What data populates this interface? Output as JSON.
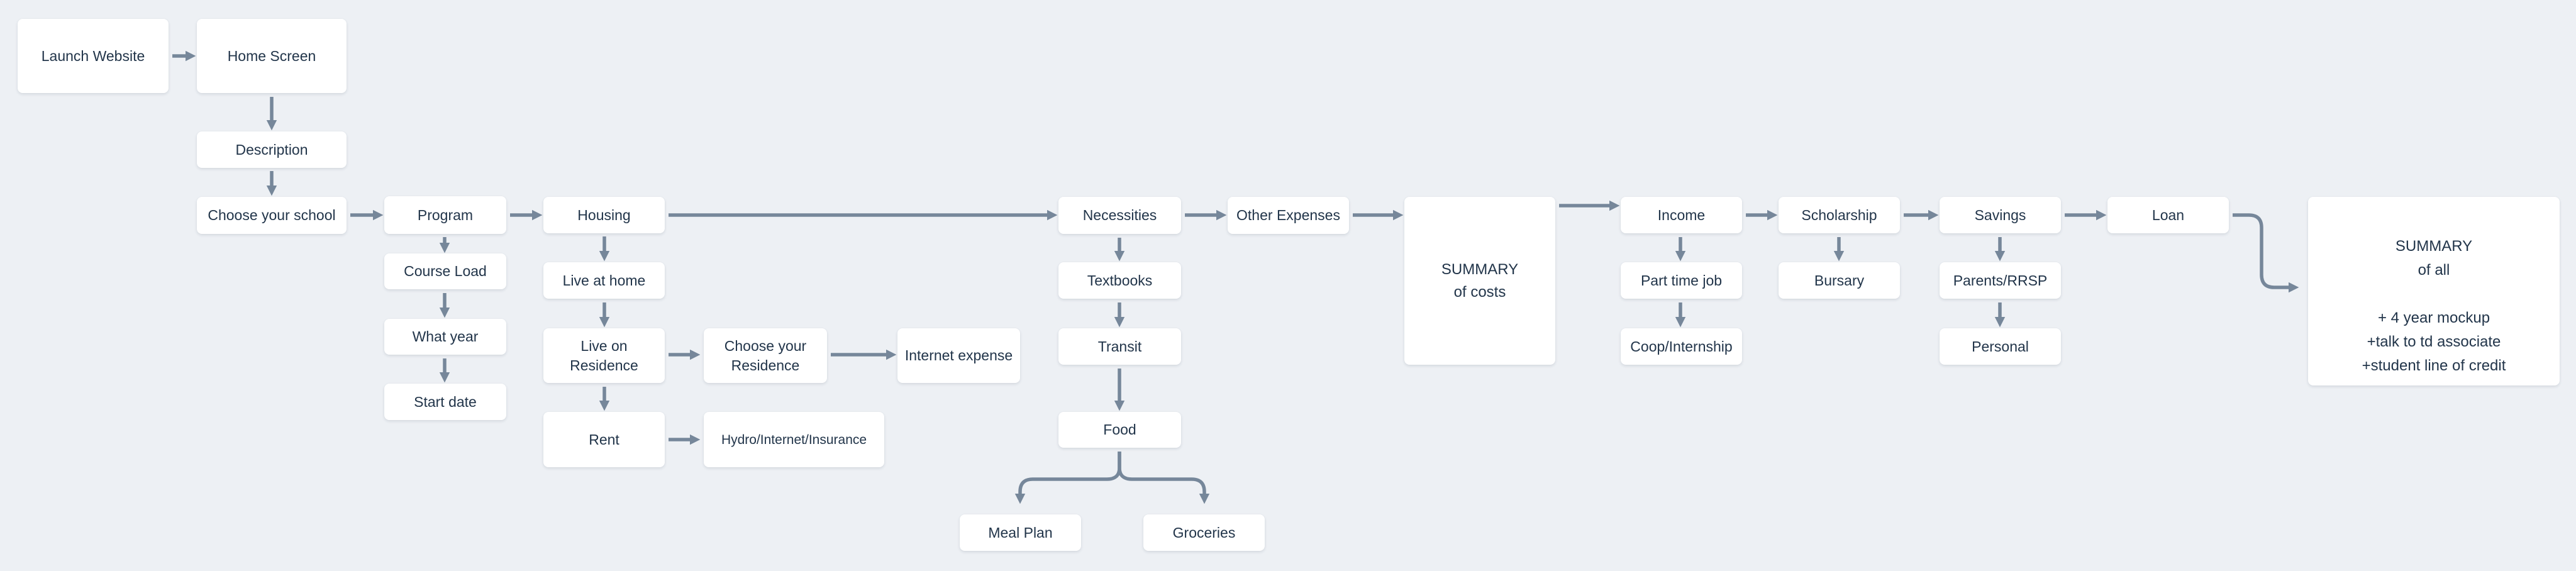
{
  "app": {
    "type": "flowchart",
    "background_color": "#edf0f4",
    "node_color": "#ffffff",
    "text_color": "#22354a",
    "arrow_color": "#76879a"
  },
  "nodes": {
    "launch_website": {
      "label": "Launch Website"
    },
    "home_screen": {
      "label": "Home Screen"
    },
    "description": {
      "label": "Description"
    },
    "choose_your_school": {
      "label": "Choose your school"
    },
    "program": {
      "label": "Program"
    },
    "course_load": {
      "label": "Course Load"
    },
    "what_year": {
      "label": "What year"
    },
    "start_date": {
      "label": "Start date"
    },
    "housing": {
      "label": "Housing"
    },
    "live_at_home": {
      "label": "Live at home"
    },
    "live_on_residence": {
      "label": "Live on\nResidence"
    },
    "rent": {
      "label": "Rent"
    },
    "choose_your_residence": {
      "label": "Choose your\nResidence"
    },
    "internet_expense": {
      "label": "Internet expense"
    },
    "hydro_internet_insurance": {
      "label": "Hydro/Internet/Insurance"
    },
    "necessities": {
      "label": "Necessities"
    },
    "textbooks": {
      "label": "Textbooks"
    },
    "transit": {
      "label": "Transit"
    },
    "food": {
      "label": "Food"
    },
    "meal_plan": {
      "label": "Meal Plan"
    },
    "groceries": {
      "label": "Groceries"
    },
    "other_expenses": {
      "label": "Other Expenses"
    },
    "summary_costs": {
      "label": "SUMMARY\nof costs"
    },
    "income": {
      "label": "Income"
    },
    "part_time_job": {
      "label": "Part time job"
    },
    "coop_internship": {
      "label": "Coop/Internship"
    },
    "scholarship": {
      "label": "Scholarship"
    },
    "bursary": {
      "label": "Bursary"
    },
    "savings": {
      "label": "Savings"
    },
    "parents_rrsp": {
      "label": "Parents/RRSP"
    },
    "personal": {
      "label": "Personal"
    },
    "loan": {
      "label": "Loan"
    },
    "summary_all": {
      "label": "SUMMARY\nof all\n\n+ 4 year mockup\n+talk to td associate\n+student line of credit"
    }
  },
  "edges": [
    {
      "from": "launch_website",
      "to": "home_screen"
    },
    {
      "from": "home_screen",
      "to": "description"
    },
    {
      "from": "description",
      "to": "choose_your_school"
    },
    {
      "from": "choose_your_school",
      "to": "program"
    },
    {
      "from": "program",
      "to": "course_load"
    },
    {
      "from": "course_load",
      "to": "what_year"
    },
    {
      "from": "what_year",
      "to": "start_date"
    },
    {
      "from": "program",
      "to": "housing"
    },
    {
      "from": "housing",
      "to": "live_at_home"
    },
    {
      "from": "live_at_home",
      "to": "live_on_residence"
    },
    {
      "from": "live_on_residence",
      "to": "choose_your_residence"
    },
    {
      "from": "choose_your_residence",
      "to": "internet_expense"
    },
    {
      "from": "live_on_residence",
      "to": "rent"
    },
    {
      "from": "rent",
      "to": "hydro_internet_insurance"
    },
    {
      "from": "housing",
      "to": "necessities"
    },
    {
      "from": "necessities",
      "to": "textbooks"
    },
    {
      "from": "textbooks",
      "to": "transit"
    },
    {
      "from": "transit",
      "to": "food"
    },
    {
      "from": "food",
      "to": "meal_plan"
    },
    {
      "from": "food",
      "to": "groceries"
    },
    {
      "from": "necessities",
      "to": "other_expenses"
    },
    {
      "from": "other_expenses",
      "to": "summary_costs"
    },
    {
      "from": "summary_costs",
      "to": "income"
    },
    {
      "from": "income",
      "to": "part_time_job"
    },
    {
      "from": "part_time_job",
      "to": "coop_internship"
    },
    {
      "from": "income",
      "to": "scholarship"
    },
    {
      "from": "scholarship",
      "to": "bursary"
    },
    {
      "from": "scholarship",
      "to": "savings"
    },
    {
      "from": "savings",
      "to": "parents_rrsp"
    },
    {
      "from": "parents_rrsp",
      "to": "personal"
    },
    {
      "from": "savings",
      "to": "loan"
    },
    {
      "from": "loan",
      "to": "summary_all"
    }
  ]
}
